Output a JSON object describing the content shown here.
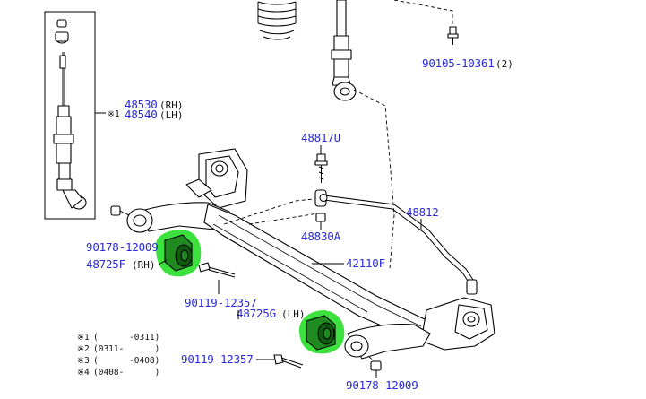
{
  "colors": {
    "part_number": "#2a2ad8",
    "line": "#000000",
    "highlight": "#22dd22"
  },
  "labels": {
    "p90105": "90105-10361",
    "p90105_qty": "(2)",
    "p48530": "48530",
    "p48530_side": "(RH)",
    "p48540": "48540",
    "p48540_side": "(LH)",
    "note_mark_1": "※1",
    "p48817U": "48817U",
    "p48812": "48812",
    "p48830A": "48830A",
    "p90178_top": "90178-12009",
    "p48725F": "48725F",
    "p48725F_side": "(RH)",
    "p42110F": "42110F",
    "p90119_top": "90119-12357",
    "p48725G": "48725G",
    "p48725G_side": "(LH)",
    "p90119_bottom": "90119-12357",
    "p90178_bottom": "90178-12009"
  },
  "notes": [
    {
      "mark": "※1",
      "range": "(      -0311)"
    },
    {
      "mark": "※2",
      "range": "(0311-      )"
    },
    {
      "mark": "※3",
      "range": "(      -0408)"
    },
    {
      "mark": "※4",
      "range": "(0408-      )"
    }
  ],
  "icons": {
    "shock_absorber": "shock-absorber-icon",
    "coil_spring": "coil-spring-icon",
    "bushing": "bushing-icon",
    "bolt": "bolt-icon",
    "nut": "nut-icon"
  }
}
